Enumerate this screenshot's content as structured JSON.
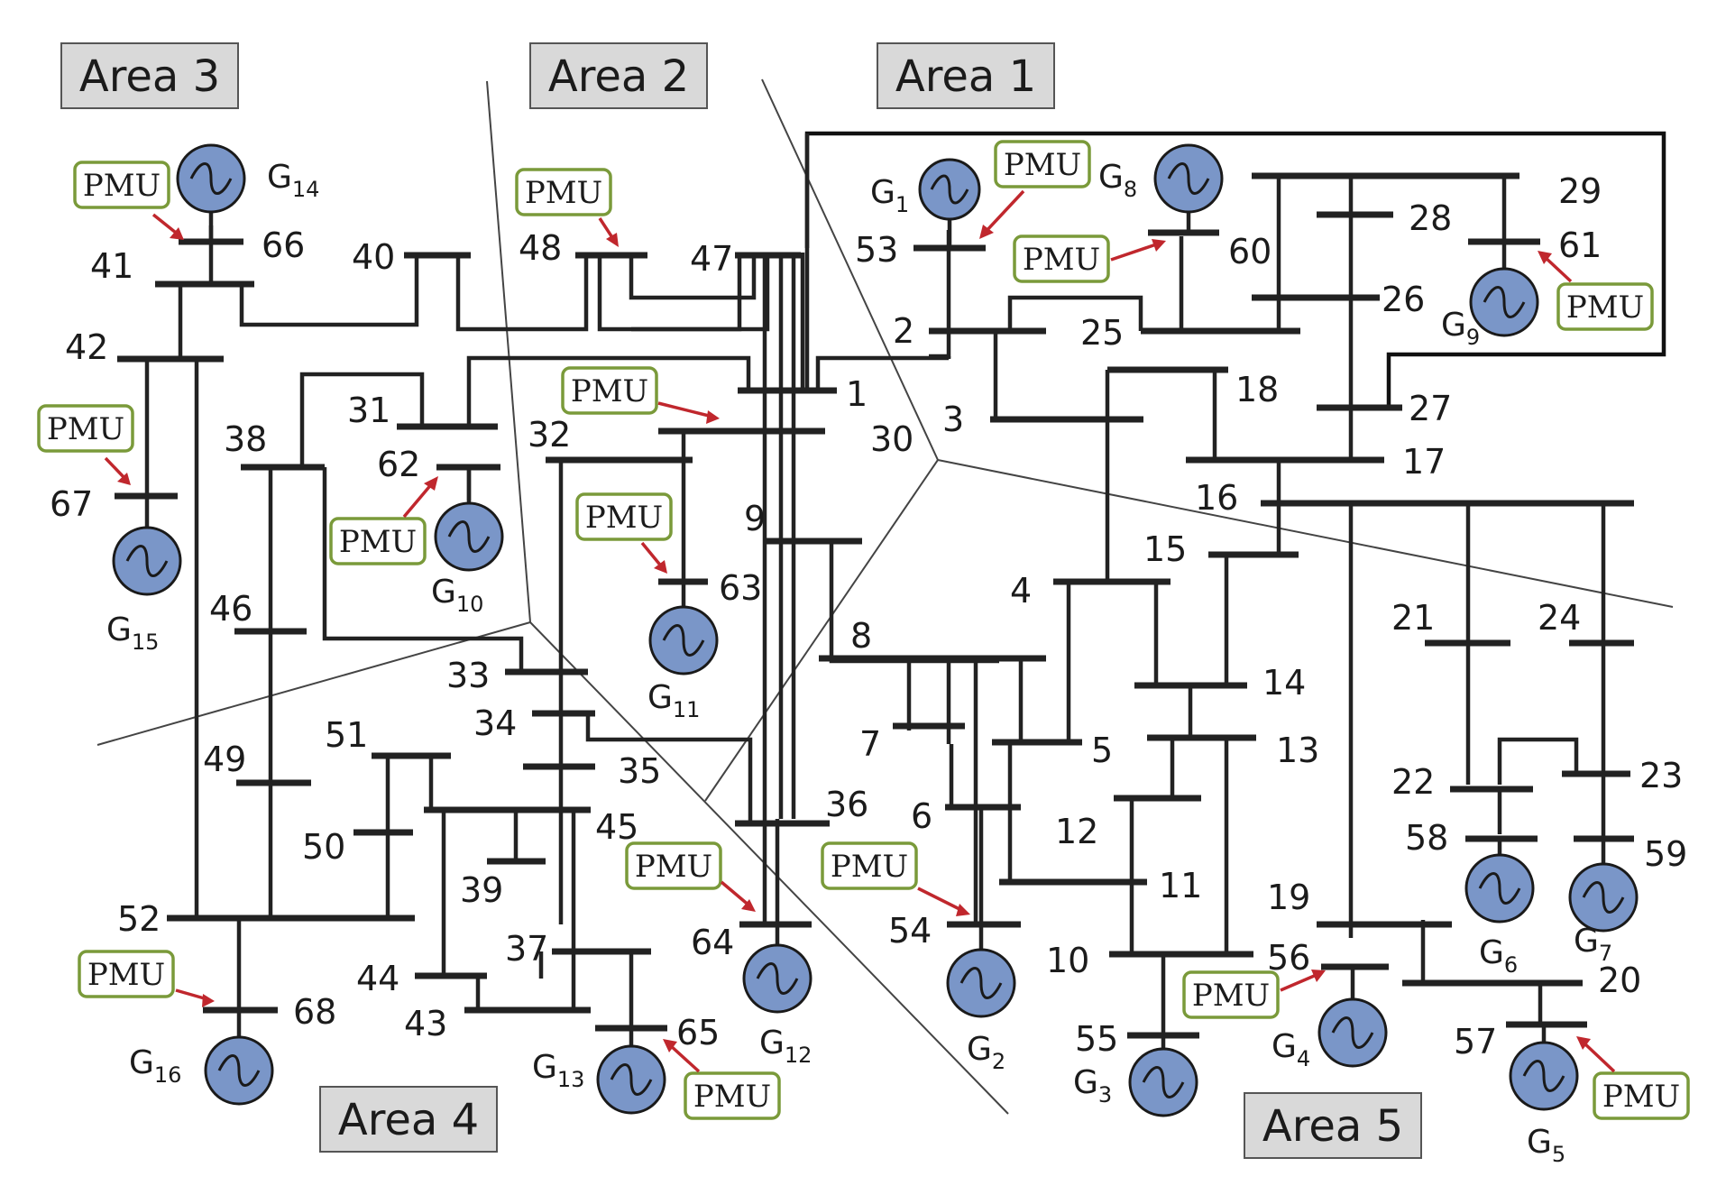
{
  "areas": [
    {
      "id": "area-1",
      "label": "Area 1"
    },
    {
      "id": "area-2",
      "label": "Area 2"
    },
    {
      "id": "area-3",
      "label": "Area 3"
    },
    {
      "id": "area-4",
      "label": "Area 4"
    },
    {
      "id": "area-5",
      "label": "Area 5"
    }
  ],
  "pmu_label": "PMU",
  "bus_numbers": [
    "1",
    "2",
    "3",
    "4",
    "5",
    "6",
    "7",
    "8",
    "9",
    "10",
    "11",
    "12",
    "13",
    "14",
    "15",
    "16",
    "17",
    "18",
    "19",
    "20",
    "21",
    "22",
    "23",
    "24",
    "25",
    "26",
    "27",
    "28",
    "29",
    "30",
    "31",
    "32",
    "33",
    "34",
    "35",
    "36",
    "37",
    "38",
    "39",
    "40",
    "41",
    "42",
    "43",
    "44",
    "45",
    "46",
    "47",
    "48",
    "49",
    "50",
    "51",
    "52",
    "53",
    "54",
    "55",
    "56",
    "57",
    "58",
    "59",
    "60",
    "61",
    "62",
    "63",
    "64",
    "65",
    "66",
    "67",
    "68"
  ],
  "generators": [
    {
      "name": "G",
      "sub": "1"
    },
    {
      "name": "G",
      "sub": "2"
    },
    {
      "name": "G",
      "sub": "3"
    },
    {
      "name": "G",
      "sub": "4"
    },
    {
      "name": "G",
      "sub": "5"
    },
    {
      "name": "G",
      "sub": "6"
    },
    {
      "name": "G",
      "sub": "7"
    },
    {
      "name": "G",
      "sub": "8"
    },
    {
      "name": "G",
      "sub": "9"
    },
    {
      "name": "G",
      "sub": "10"
    },
    {
      "name": "G",
      "sub": "11"
    },
    {
      "name": "G",
      "sub": "12"
    },
    {
      "name": "G",
      "sub": "13"
    },
    {
      "name": "G",
      "sub": "14"
    },
    {
      "name": "G",
      "sub": "15"
    },
    {
      "name": "G",
      "sub": "16"
    }
  ],
  "colors": {
    "generator_fill": "#7a96c8",
    "pmu_border": "#7a9a3a",
    "arrow": "#c0272d",
    "area_box": "#d9d9d9"
  }
}
